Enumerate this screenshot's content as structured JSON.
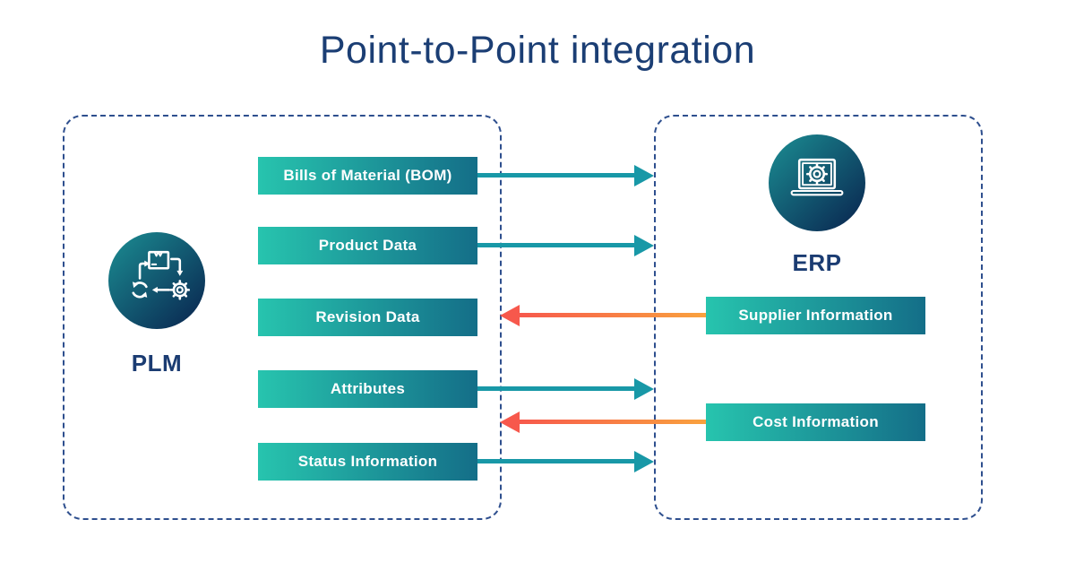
{
  "title": "Point-to-Point integration",
  "plm": {
    "label": "PLM",
    "icon": "product-lifecycle-icon",
    "items": [
      {
        "label": "Bills of Material (BOM)",
        "arrow": "to-erp"
      },
      {
        "label": "Product Data",
        "arrow": "to-erp"
      },
      {
        "label": "Revision Data",
        "arrow": "none"
      },
      {
        "label": "Attributes",
        "arrow": "to-erp"
      },
      {
        "label": "Status Information",
        "arrow": "to-erp"
      }
    ]
  },
  "erp": {
    "label": "ERP",
    "icon": "laptop-gear-icon",
    "items": [
      {
        "label": "Supplier Information",
        "arrow": "to-plm"
      },
      {
        "label": "Cost Information",
        "arrow": "to-plm"
      }
    ]
  },
  "colors": {
    "title_text": "#1b3e74",
    "system_label_text": "#1b3c72",
    "box_border": "#2e4f8e",
    "bar_gradient_start": "#27c4ae",
    "bar_gradient_end": "#146e88",
    "circle_gradient_start": "#1b8e93",
    "circle_gradient_end": "#0b2f56",
    "teal_arrow": "#1898a7",
    "orange_arrow_start": "#f7584c",
    "orange_arrow_end": "#f9a23e"
  }
}
